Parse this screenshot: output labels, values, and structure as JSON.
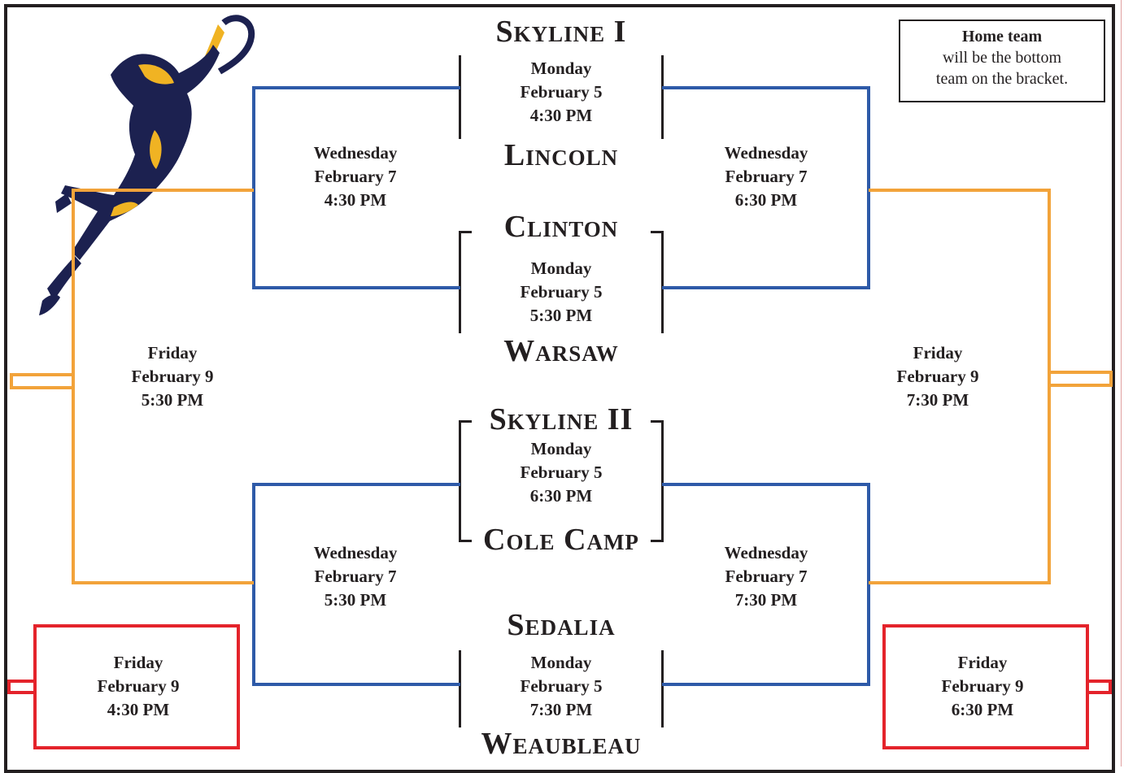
{
  "note": {
    "title": "Home team",
    "text_line1": "will be the bottom",
    "text_line2": "team on the bracket."
  },
  "teams": {
    "skyline1": "Skyline I",
    "lincoln": "Lincoln",
    "clinton": "Clinton",
    "warsaw": "Warsaw",
    "skyline2": "Skyline II",
    "cole_camp": "Cole Camp",
    "sedalia": "Sedalia",
    "weaubleau": "Weaubleau"
  },
  "games": {
    "g1": {
      "day": "Monday",
      "date": "February 5",
      "time": "4:30 PM"
    },
    "g2": {
      "day": "Monday",
      "date": "February 5",
      "time": "5:30 PM"
    },
    "g3": {
      "day": "Monday",
      "date": "February 5",
      "time": "6:30 PM"
    },
    "g4": {
      "day": "Monday",
      "date": "February 5",
      "time": "7:30 PM"
    },
    "w_left_top": {
      "day": "Wednesday",
      "date": "February 7",
      "time": "4:30 PM"
    },
    "w_right_top": {
      "day": "Wednesday",
      "date": "February 7",
      "time": "6:30 PM"
    },
    "w_left_bottom": {
      "day": "Wednesday",
      "date": "February 7",
      "time": "5:30 PM"
    },
    "w_right_bottom": {
      "day": "Wednesday",
      "date": "February 7",
      "time": "7:30 PM"
    },
    "f_left": {
      "day": "Friday",
      "date": "February 9",
      "time": "5:30 PM"
    },
    "f_right": {
      "day": "Friday",
      "date": "February 9",
      "time": "7:30 PM"
    },
    "f_left_consolation": {
      "day": "Friday",
      "date": "February 9",
      "time": "4:30 PM"
    },
    "f_right_consolation": {
      "day": "Friday",
      "date": "February 9",
      "time": "6:30 PM"
    }
  },
  "colors": {
    "first_round": "#231f20",
    "second_round": "#2e5aa8",
    "final_round": "#f2a33a",
    "consolation": "#e4232b",
    "logo_navy": "#1c2150",
    "logo_gold": "#f0b323"
  },
  "icons": {
    "logo": "basketball-player-dunking-icon"
  }
}
